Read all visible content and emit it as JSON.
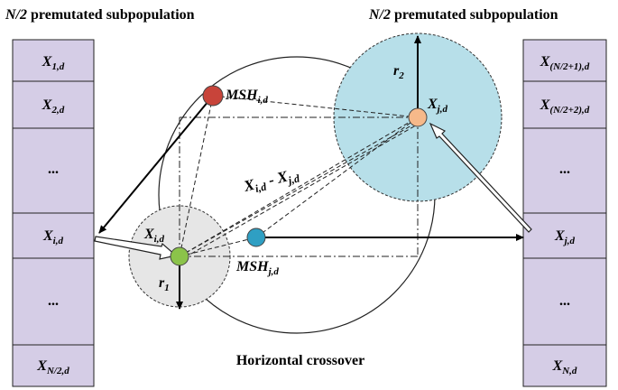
{
  "headers": {
    "left": {
      "italic": "N/2",
      "rest": " premutated subpopulation"
    },
    "right": {
      "italic": "N/2",
      "rest": " premutated subpopulation"
    }
  },
  "left_column": {
    "cells": [
      {
        "base": "X",
        "sub": "1,d"
      },
      {
        "base": "X",
        "sub": "2,d"
      },
      {
        "text": "..."
      },
      {
        "base": "X",
        "sub": "i,d"
      },
      {
        "text": "..."
      },
      {
        "base": "X",
        "sub": "N/2,d"
      }
    ]
  },
  "right_column": {
    "cells": [
      {
        "base": "X",
        "sub": "(N/2+1),d"
      },
      {
        "base": "X",
        "sub": "(N/2+2),d"
      },
      {
        "text": "..."
      },
      {
        "base": "X",
        "sub": "j,d"
      },
      {
        "text": "..."
      },
      {
        "base": "X",
        "sub": "N,d"
      }
    ]
  },
  "labels": {
    "msh_i": {
      "base": "MSH",
      "sub": "i,d"
    },
    "msh_j": {
      "base": "MSH",
      "sub": "j,d"
    },
    "x_i": {
      "base": "X",
      "sub": "i,d"
    },
    "x_j": {
      "base": "X",
      "sub": "j,d"
    },
    "r1": {
      "base": "r",
      "sub": "1"
    },
    "r2": {
      "base": "r",
      "sub": "2"
    },
    "difference": {
      "a": "X",
      "a_sub": "i,d",
      "op": " - ",
      "b": "X",
      "b_sub": "j,d"
    },
    "caption": "Horizontal crossover"
  },
  "colors": {
    "cell_fill": "#d5cde6",
    "cell_stroke": "#222222",
    "msh_i_dot": "#c8443a",
    "msh_j_dot": "#2f9fc3",
    "x_i_dot": "#8bc34a",
    "x_j_dot": "#f6b98a",
    "circle_r1_fill": "#e6e6e6",
    "circle_r2_fill": "#b7dfe9"
  }
}
